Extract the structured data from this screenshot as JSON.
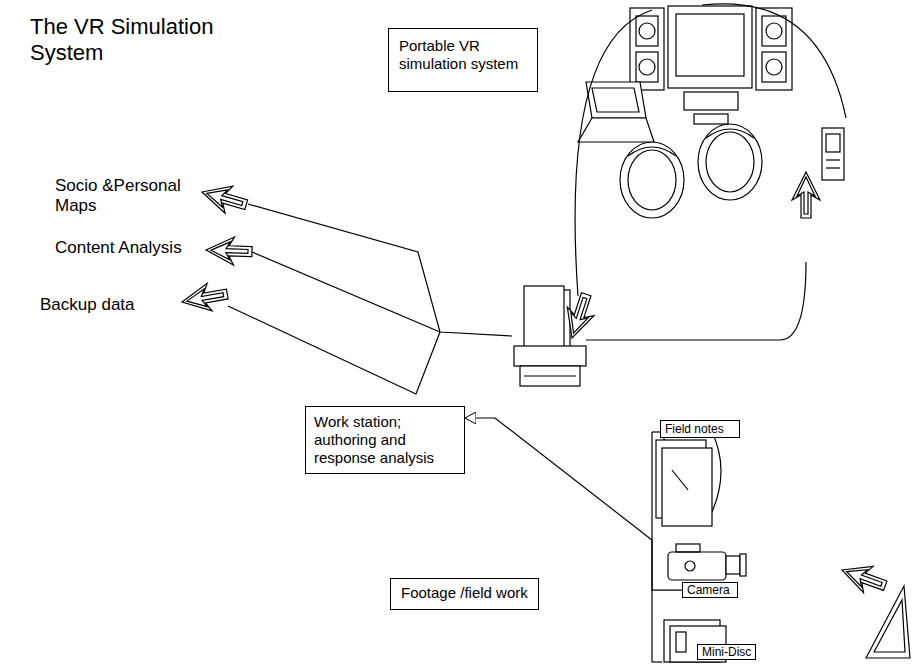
{
  "diagram": {
    "title": "The VR Simulation System",
    "nodes": [
      {
        "text": [
          "Portable VR simulation system"
        ]
      },
      {
        "text": [
          "Work station; authoring and response analysis"
        ]
      },
      {
        "text": [
          "Footage /field work"
        ]
      },
      {
        "text": [
          "Field notes"
        ]
      },
      {
        "text": [
          "Camera"
        ]
      },
      {
        "text": [
          "Mini-Disc"
        ]
      }
    ],
    "edges": [
      {
        "from": 4,
        "to": 1,
        "arrow": "to"
      }
    ],
    "labels": [
      "Socio &Personal Maps",
      "Content Analysis",
      "Backup data"
    ]
  }
}
